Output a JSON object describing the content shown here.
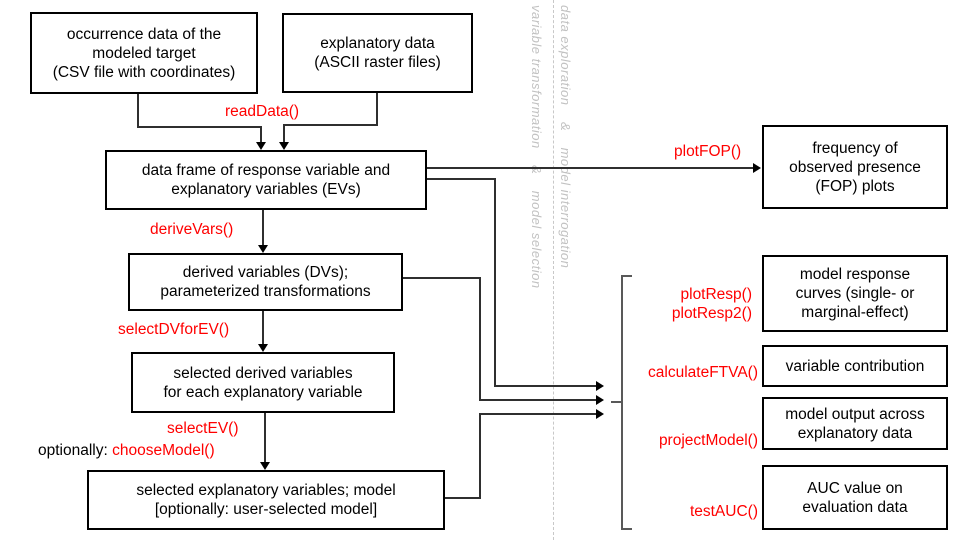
{
  "boxes": {
    "occurrence_data": {
      "lines": [
        "occurrence data of the",
        "modeled target",
        "(CSV file with coordinates)"
      ]
    },
    "explanatory_data": {
      "lines": [
        "explanatory data",
        "(ASCII raster files)"
      ]
    },
    "data_frame": {
      "lines": [
        "data frame of response variable and",
        "explanatory variables (EVs)"
      ]
    },
    "derived_vars": {
      "lines": [
        "derived variables (DVs);",
        "parameterized transformations"
      ]
    },
    "selected_dvs": {
      "lines": [
        "selected derived variables",
        "for each explanatory variable"
      ]
    },
    "selected_evs": {
      "lines": [
        "selected explanatory variables; model",
        "[optionally: user-selected model]"
      ]
    },
    "fop_plots": {
      "lines": [
        "frequency of",
        "observed presence",
        "(FOP) plots"
      ]
    },
    "response_curves": {
      "lines": [
        "model response",
        "curves (single- or",
        "marginal-effect)"
      ]
    },
    "variable_contribution": {
      "lines": [
        "variable contribution"
      ]
    },
    "model_output": {
      "lines": [
        "model output across",
        "explanatory data"
      ]
    },
    "auc_value": {
      "lines": [
        "AUC value on",
        "evaluation data"
      ]
    }
  },
  "functions": {
    "read_data": "readData()",
    "derive_vars": "deriveVars()",
    "select_dv_for_ev": "selectDVforEV()",
    "select_ev": "selectEV()",
    "optionally_prefix": "optionally: ",
    "choose_model": "chooseModel()",
    "plot_fop": "plotFOP()",
    "plot_resp": "plotResp()",
    "plot_resp2": "plotResp2()",
    "calculate_ftva": "calculateFTVA()",
    "project_model": "projectModel()",
    "test_auc": "testAUC()"
  },
  "section_labels": {
    "left_of_divider": "variable transformation    &    model selection",
    "right_of_divider": "data exploration    &    model interrogation"
  },
  "colors": {
    "function_label": "#ff0000",
    "section_label": "#c2c2c2",
    "box_border": "#000000",
    "connector": "#2f2f2f",
    "bracket": "#595959"
  }
}
